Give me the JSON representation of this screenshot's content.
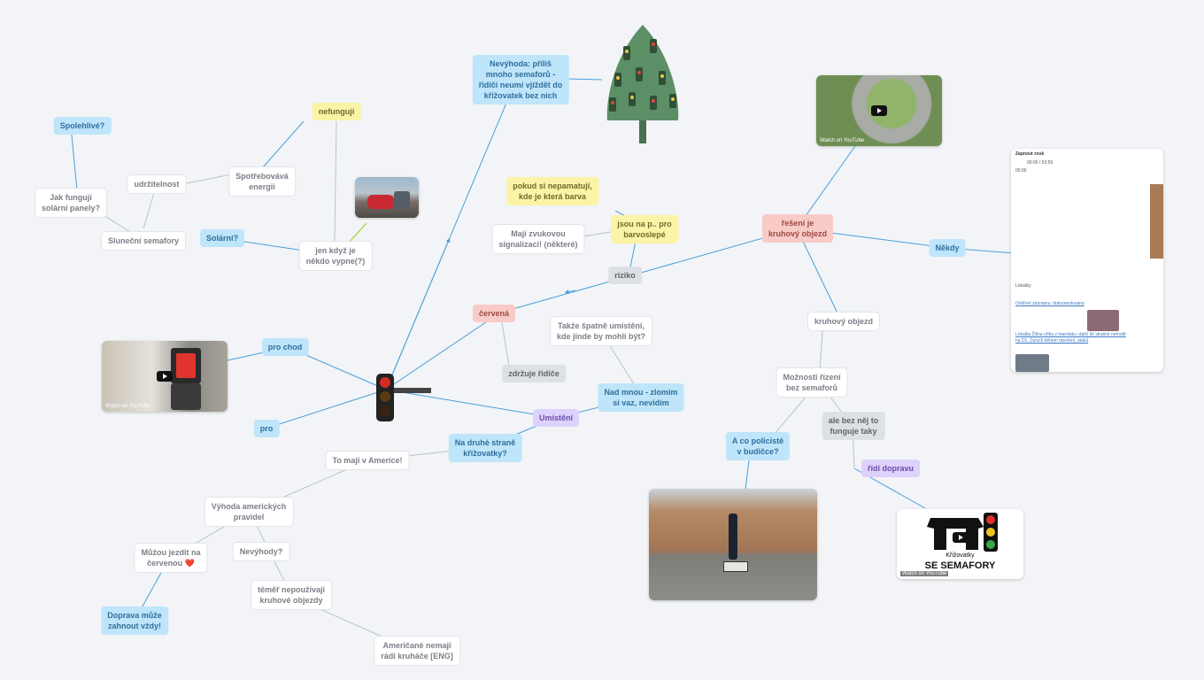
{
  "nodes": {
    "spolehlive": "Spolehlivé?",
    "jak_funguji": "Jak fungují\nsolární panely?",
    "udrzitelnost": "udržitelnost",
    "spotrebovava": "Spotřebovává\nenergii",
    "nefunguji": "nefungují",
    "slunecni": "Sluneční semafory",
    "solarni": "Solární?",
    "jen_kdyz": "jen když je\nněkdo vypne(?)",
    "nevyhoda_moc": "Nevýhoda: příliš\nmnoho semaforů -\nřidiči neumí vjíždět do\nkřižovatek bez nich",
    "pokud_si": "pokud si nepamatují,\nkde je která barva",
    "maji_zvuk": "Mají zvukovou\nsignalizaci! (některé)",
    "jsou_na": "jsou na p.. pro\nbarvoslepé",
    "riziko": "riziko",
    "reseni": "řešení je\nkruhový objezd",
    "nekdy": "Někdy",
    "cervena": "červená",
    "zdrzuje": "zdržuje řidiče",
    "takze": "Takže špatně umístění,\nkde jinde by mohli být?",
    "nad_mnou": "Nad mnou - zlomím\nsi vaz, nevidím",
    "kruhovy": "kruhový objezd",
    "moznosti": "Možnosti řízení\nbez semaforů",
    "ale_bez": "ale bez něj to\nfunguje taky",
    "ridi": "řídí dopravu",
    "a_co": "A co policisté\nv budičce?",
    "pro_chod": "pro chod",
    "pro": "pro",
    "umisteni": "Umístění",
    "na_druhe": "Na druhé straně\nkřižovatky?",
    "to_maji": "To mají v Americe!",
    "vyhoda": "Výhoda amerických\npravidel",
    "muzou": "Můžou jezdit na\nčervenou ❤️",
    "nevyhody": "Nevýhody?",
    "doprava": "Doprava může\nzahnout vždy!",
    "temer": "téměř nepoužívají\nkruhové objezdy",
    "americane": "Američané nemají\nrádi kruháče [ENG]"
  },
  "media": {
    "watch_label": "Watch on",
    "yt_label": "YouTube",
    "video_title_top": "Křižovatky",
    "video_title_main": "SE SEMAFORY",
    "card_title": "Zapnout zvuk",
    "card_time": "00:00 / 03:59",
    "card_time2": "00:00",
    "card_lines": "Lokality:",
    "card_link1": "Ověření záznamu: dokumentováno",
    "card_link2": "Lokalita Žilina ořítla z mandatu i další ští strašné nehodě na D1. Zaručil během otevření, ataků"
  },
  "colors": {
    "link": "#4aa0d8",
    "bg": "#f2f4f7"
  }
}
